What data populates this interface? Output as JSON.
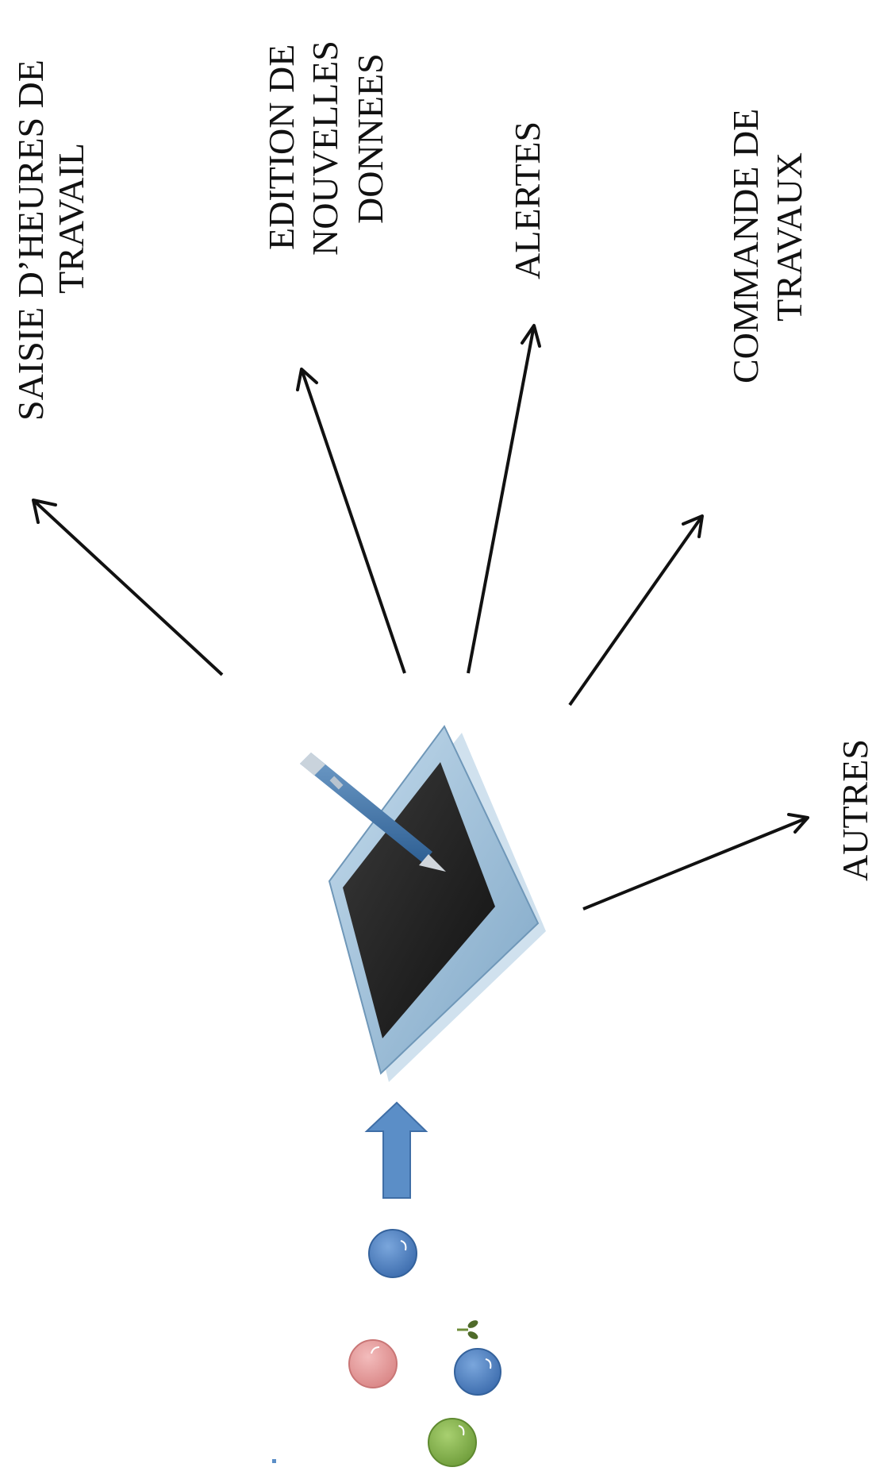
{
  "labels": {
    "saisie_line1": "SAISIE D’HEURES DE",
    "saisie_line2": "TRAVAIL",
    "edition_line1": "EDITION DE",
    "edition_line2": "NOUVELLES",
    "edition_line3": "DONNEES",
    "alertes": "ALERTES",
    "commande_line1": "COMMANDE DE",
    "commande_line2": "TRAVAUX",
    "autres": "AUTRES"
  },
  "colors": {
    "arrow": "#111111",
    "tablet_frame": "#8fb6d3",
    "tablet_screen": "#1f1f1f",
    "input_arrow": "#5b8ec7",
    "dot_blue": "#4f7fc0",
    "dot_pink": "#e79a9a",
    "dot_green": "#8ab84e"
  },
  "icons": {
    "device": "tablet-with-stylus",
    "input": "up-arrow",
    "sources": [
      "blue-sphere",
      "pink-sphere",
      "blue-sphere",
      "green-sphere"
    ]
  }
}
